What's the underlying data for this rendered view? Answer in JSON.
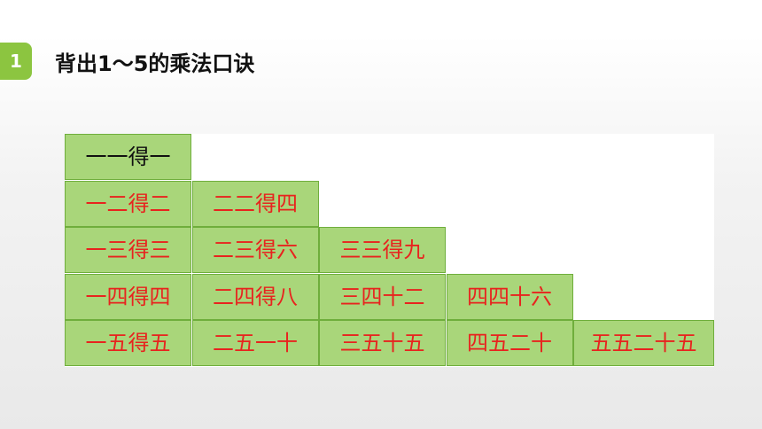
{
  "header": {
    "number": "1",
    "title": "背出1～5的乘法口诀"
  },
  "table": {
    "rows": [
      [
        "一一得一"
      ],
      [
        "一二得二",
        "二二得四"
      ],
      [
        "一三得三",
        "二三得六",
        "三三得九"
      ],
      [
        "一四得四",
        "二四得八",
        "三四十二",
        "四四十六"
      ],
      [
        "一五得五",
        "二五一十",
        "三五十五",
        "四五二十",
        "五五二十五"
      ]
    ]
  },
  "colors": {
    "accent": "#8cc540",
    "cell_fill": "#a9d67a",
    "cell_border": "#6fae3c",
    "text_red": "#e8231e",
    "text_black": "#111111"
  }
}
